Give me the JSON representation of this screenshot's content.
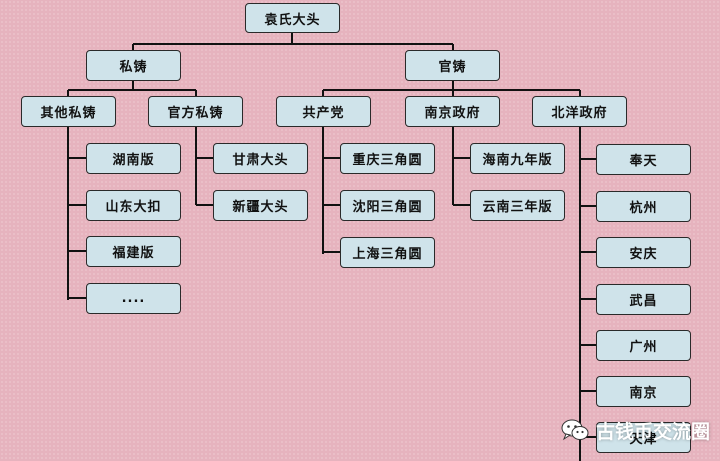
{
  "diagram": {
    "root": "袁氏大头",
    "private_mint": "私铸",
    "official_mint": "官铸",
    "other_private": "其他私铸",
    "official_private": "官方私铸",
    "communist_party": "共产党",
    "nanjing_gov": "南京政府",
    "beiyang_gov": "北洋政府",
    "hunan": "湖南版",
    "shandong": "山东大扣",
    "fujian": "福建版",
    "ellipsis": "....",
    "gansu": "甘肃大头",
    "xinjiang": "新疆大头",
    "chongqing": "重庆三角圆",
    "shenyang": "沈阳三角圆",
    "shanghai": "上海三角圆",
    "hainan": "海南九年版",
    "yunnan": "云南三年版",
    "fengtian": "奉天",
    "hangzhou": "杭州",
    "anqing": "安庆",
    "wuchang": "武昌",
    "guangzhou": "广州",
    "nanjing": "南京",
    "tianjin": "天津"
  },
  "watermark": {
    "text": "古钱币交流圈",
    "icon": "wechat-icon"
  },
  "colors": {
    "background": "#e6b3be",
    "node_fill": "#cfe3ea",
    "line": "#111111"
  }
}
